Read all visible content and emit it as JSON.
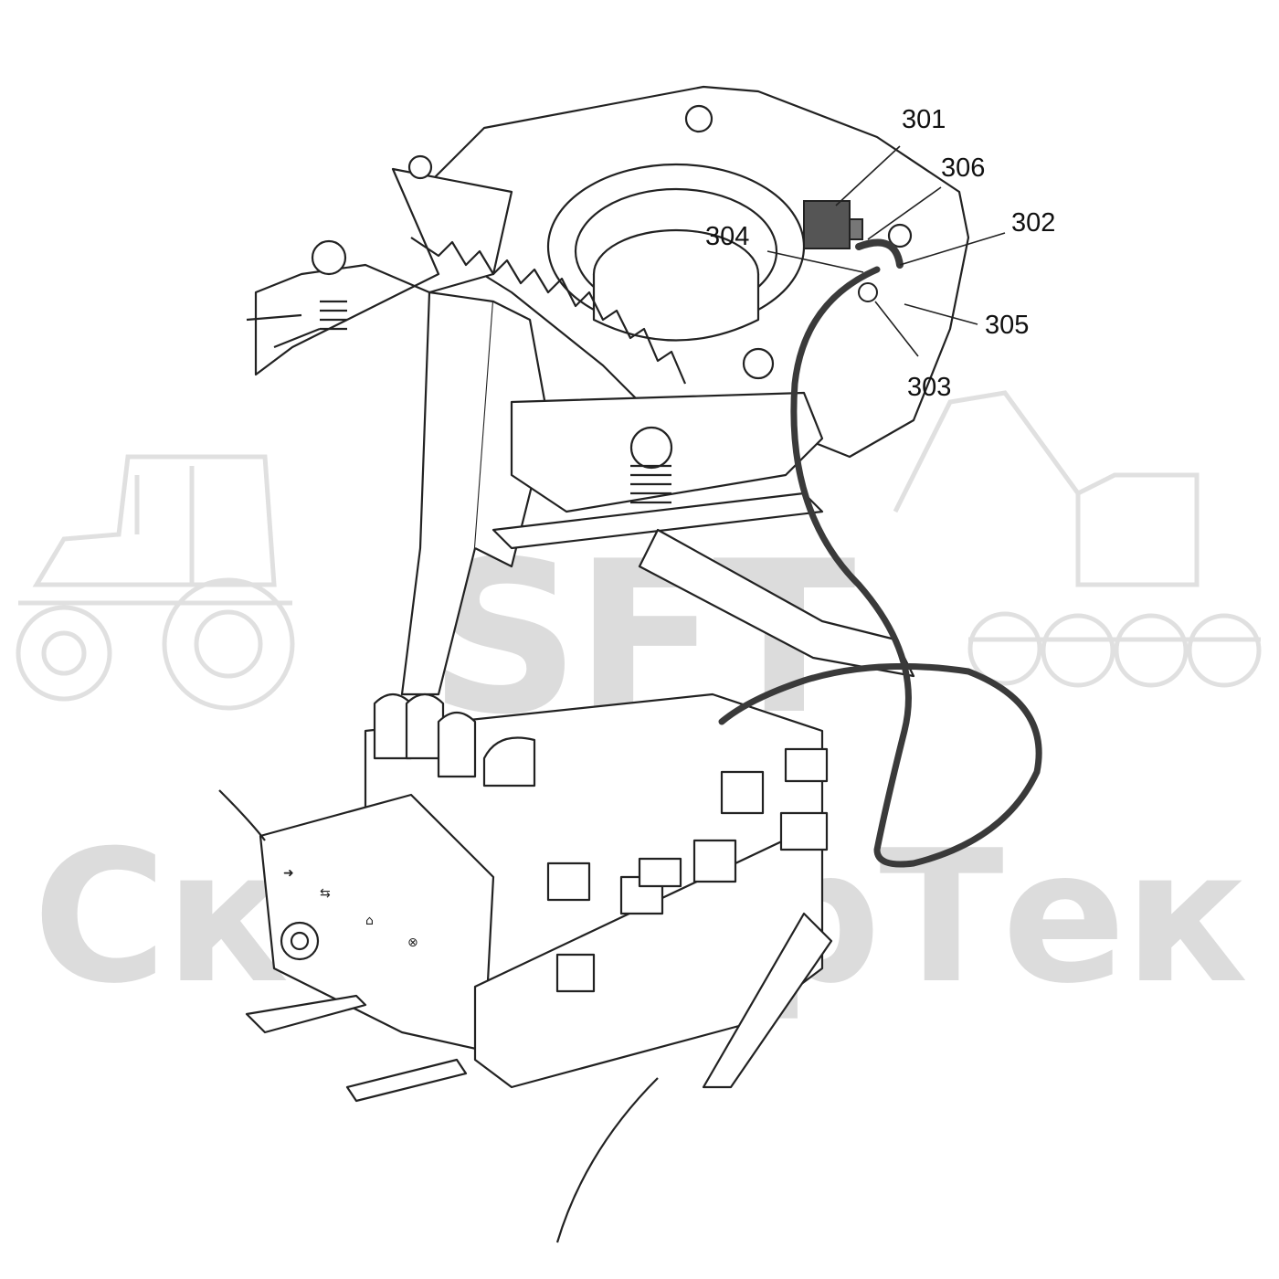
{
  "watermark": {
    "line1": "SFT",
    "line2": "СкавторТек"
  },
  "callouts": [
    {
      "id": "301",
      "label": "301"
    },
    {
      "id": "306",
      "label": "306"
    },
    {
      "id": "302",
      "label": "302"
    },
    {
      "id": "304",
      "label": "304"
    },
    {
      "id": "305",
      "label": "305"
    },
    {
      "id": "303",
      "label": "303"
    }
  ],
  "panel_marks": [
    "➜",
    "⇆",
    "⌂",
    "⊗"
  ],
  "colors": {
    "line": "#222222",
    "hose": "#3a3a3a",
    "watermark": "#dcdcdc",
    "solenoid": "#555555"
  }
}
